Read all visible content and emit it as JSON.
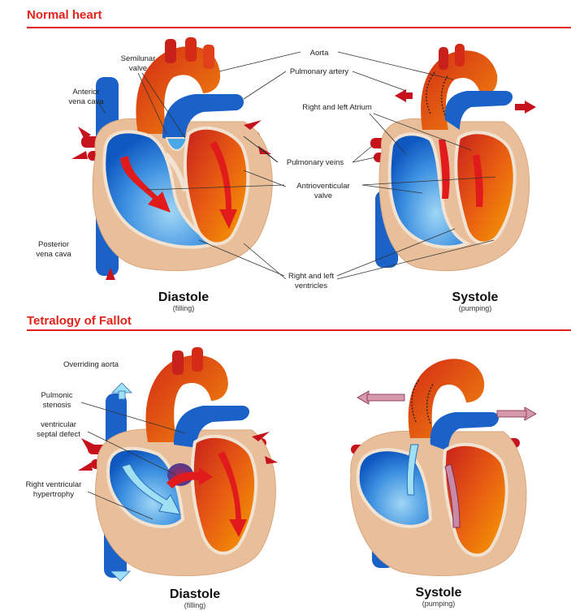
{
  "sections": {
    "normal_title": "Normal heart",
    "tof_title": "Tetralogy of Fallot"
  },
  "labels": {
    "aorta": "Aorta",
    "pulmonary_artery": "Pulmonary artery",
    "semilunar_1": "Semilunar",
    "semilunar_2": "valve",
    "anterior_1": "Anterior",
    "anterior_2": "vena cava",
    "atrium": "Right and left Atrium",
    "pulmonary_veins": "Pulmonary veins",
    "av_1": "Antrioventicular",
    "av_2": "valve",
    "posterior_1": "Posterior",
    "posterior_2": "vena cava",
    "ventricles_1": "Right and left",
    "ventricles_2": "ventricles",
    "overriding_aorta": "Overriding aorta",
    "pulmonic_1": "Pulmonic",
    "pulmonic_2": "stenosis",
    "vsd_1": "ventricular",
    "vsd_2": "septal defect",
    "rvh_1": "Right ventricular",
    "rvh_2": "hypertrophy"
  },
  "captions": {
    "diastole": "Diastole",
    "diastole_sub": "(filling)",
    "systole": "Systole",
    "systole_sub": "(pumping)"
  },
  "colors": {
    "accent": "#e2231a",
    "deoxygenated": "#1a6fd1",
    "oxygenated": "#e0520f",
    "tissue": "#e8bf9a"
  }
}
